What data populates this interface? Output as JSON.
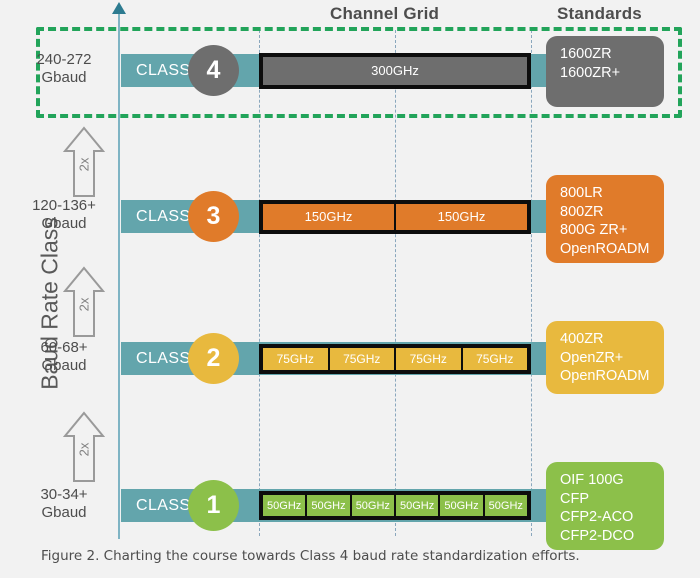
{
  "headers": {
    "channel_grid": "Channel Grid",
    "standards": "Standards"
  },
  "axis": {
    "title": "Baud Rate Class"
  },
  "caption": "Figure 2.  Charting the course towards Class 4 baud rate standardization efforts.",
  "colors": {
    "class1": "#8CC04A",
    "class2": "#E8B93E",
    "class3": "#E07B2A",
    "class4": "#6E6E6E",
    "teal_bar": "#63A5AC",
    "highlight": "#22A45A",
    "grid_line": "#8aa7bd",
    "background": "#f2f2f2"
  },
  "multipliers": [
    {
      "label": "2x"
    },
    {
      "label": "2x"
    },
    {
      "label": "2x"
    }
  ],
  "rows": [
    {
      "class_number": "4",
      "class_word": "CLASS",
      "baud_rate_line1": "240-272",
      "baud_rate_line2": "Gbaud",
      "color": "#6E6E6E",
      "highlighted": true,
      "channels": [
        "300GHz"
      ],
      "standards": [
        "1600ZR",
        "1600ZR+"
      ]
    },
    {
      "class_number": "3",
      "class_word": "CLASS",
      "baud_rate_line1": "120-136+",
      "baud_rate_line2": "Gbaud",
      "color": "#E07B2A",
      "highlighted": false,
      "channels": [
        "150GHz",
        "150GHz"
      ],
      "standards": [
        "800LR",
        "800ZR",
        "800G ZR+",
        "OpenROADM"
      ]
    },
    {
      "class_number": "2",
      "class_word": "CLASS",
      "baud_rate_line1": "60-68+",
      "baud_rate_line2": "Gbaud",
      "color": "#E8B93E",
      "highlighted": false,
      "channels": [
        "75GHz",
        "75GHz",
        "75GHz",
        "75GHz"
      ],
      "standards": [
        "400ZR",
        "OpenZR+",
        "OpenROADM"
      ]
    },
    {
      "class_number": "1",
      "class_word": "CLASS",
      "baud_rate_line1": "30-34+",
      "baud_rate_line2": "Gbaud",
      "color": "#8CC04A",
      "highlighted": false,
      "channels": [
        "50GHz",
        "50GHz",
        "50GHz",
        "50GHz",
        "50GHz",
        "50GHz"
      ],
      "standards": [
        "OIF 100G",
        "CFP",
        "CFP2-ACO",
        "CFP2-DCO"
      ]
    }
  ]
}
